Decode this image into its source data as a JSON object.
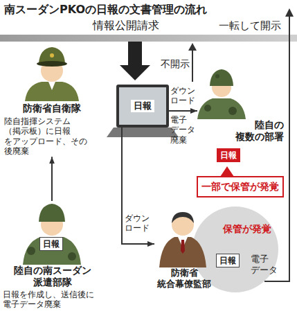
{
  "diagram": {
    "title": "南スーダンPKOの日報の文書管理の流れ",
    "nodes": [
      {
        "text": [
          "防衛省自衛隊",
          "陸自指揮システム （掲示板）に日報 をアップロード、その 後廃棄"
        ]
      },
      {
        "text": [
          "日報"
        ]
      },
      {
        "text": [
          "陸自の 複数の部署"
        ]
      },
      {
        "text": [
          "日報"
        ]
      },
      {
        "text": [
          "一部で保管が発覚"
        ]
      },
      {
        "text": [
          "陸自の南スーダン 派遣部隊",
          "日報を作成し、送信後に 電子データ廃棄"
        ]
      },
      {
        "text": [
          "日報"
        ],
        "in": 5
      },
      {
        "text": [
          "保管が発覚",
          "電子 データ"
        ]
      },
      {
        "text": [
          "日報"
        ],
        "in": 7
      },
      {
        "text": [
          "防衛省 統合幕僚監部"
        ]
      }
    ],
    "edges": [
      {
        "from": 5,
        "to": 0,
        "arrow": "to"
      },
      {
        "from": 1,
        "to": 2,
        "label": "ダウン ロード",
        "arrow": "to"
      },
      {
        "from": 1,
        "to": 9,
        "label": "ダウン ロード",
        "arrow": "to"
      }
    ],
    "labels": [
      "情報公開請求",
      "不開示",
      "電子 データ 廃棄",
      "一転して開示"
    ]
  }
}
